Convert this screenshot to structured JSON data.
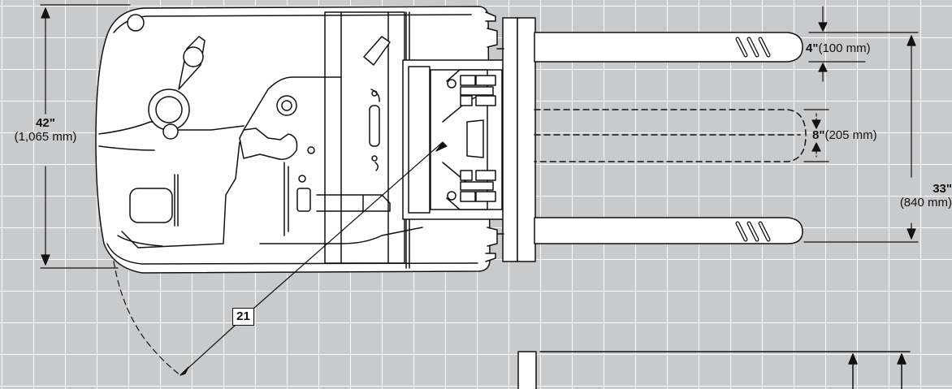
{
  "dimensions": {
    "width_overall": {
      "imperial": "42\"",
      "metric": "(1,065 mm)"
    },
    "fork_width": {
      "imperial": "4\"",
      "metric": "(100 mm)"
    },
    "fork_thickness": {
      "imperial": "8\"",
      "metric": "(205 mm)"
    },
    "fork_spread": {
      "imperial": "33\"",
      "metric": "(840 mm)"
    }
  },
  "callout": {
    "number": "21"
  },
  "colors": {
    "background": "#c9cacc",
    "grid": "#ffffff",
    "outline": "#111111",
    "body_fill": "#ffffff"
  }
}
